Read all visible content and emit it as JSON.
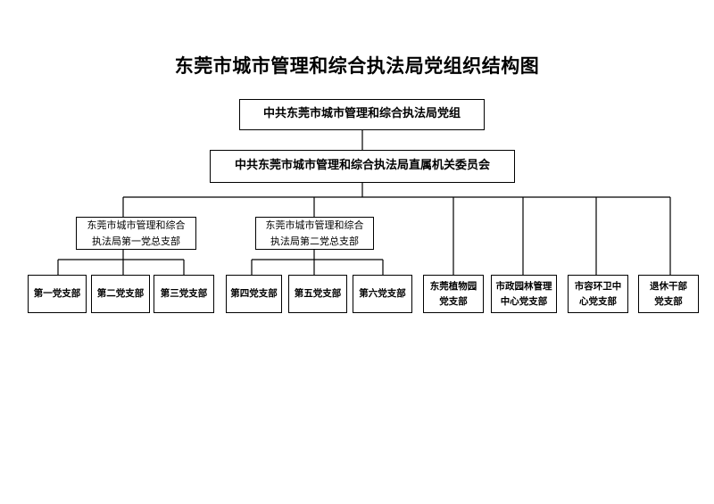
{
  "title": "东莞市城市管理和综合执法局党组织结构图",
  "root": "中共东莞市城市管理和综合执法局党组",
  "committee": "中共东莞市城市管理和综合执法局直属机关委员会",
  "general_branches": [
    {
      "line1": "东莞市城市管理和综合",
      "line2": "执法局第一党总支部",
      "branches": [
        "第一党支部",
        "第二党支部",
        "第三党支部"
      ]
    },
    {
      "line1": "东莞市城市管理和综合",
      "line2": "执法局第二党总支部",
      "branches": [
        "第四党支部",
        "第五党支部",
        "第六党支部"
      ]
    }
  ],
  "direct_branches": [
    {
      "line1": "东莞植物园",
      "line2": "党支部"
    },
    {
      "line1": "市政园林管理",
      "line2": "中心党支部"
    },
    {
      "line1": "市容环卫中",
      "line2": "心党支部"
    },
    {
      "line1": "退休干部",
      "line2": "党支部"
    }
  ]
}
